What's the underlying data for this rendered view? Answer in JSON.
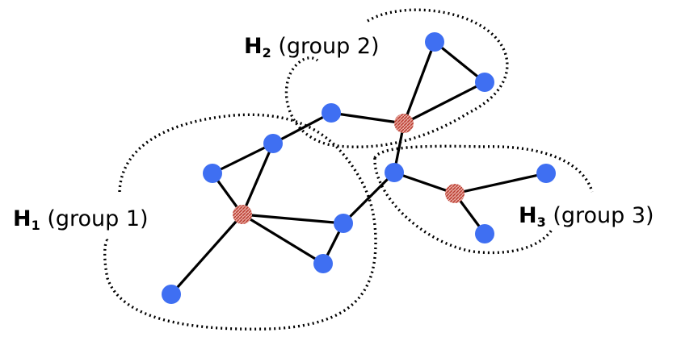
{
  "groups": [
    {
      "id": "h1",
      "letter": "H",
      "index": "1",
      "text": "(group 1)"
    },
    {
      "id": "h2",
      "letter": "H",
      "index": "2",
      "text": "(group 2)"
    },
    {
      "id": "h3",
      "letter": "H",
      "index": "3",
      "text": "(group 3)"
    }
  ],
  "colors": {
    "member_node": "#3f6ff2",
    "hub_node": "#d86a5e",
    "edge": "#000000",
    "outline": "#000000"
  },
  "icons": {
    "member": "blue-circle-node",
    "hub": "red-hatched-circle-node"
  }
}
